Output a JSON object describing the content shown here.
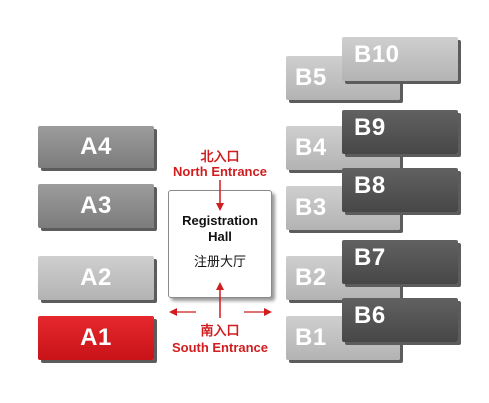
{
  "halls": {
    "a4": "A4",
    "a3": "A3",
    "a2": "A2",
    "a1": "A1",
    "b1": "B1",
    "b2": "B2",
    "b3": "B3",
    "b4": "B4",
    "b5": "B5",
    "b6": "B6",
    "b7": "B7",
    "b8": "B8",
    "b9": "B9",
    "b10": "B10"
  },
  "registration": {
    "title_en": "Registration Hall",
    "title_cn": "注册大厅"
  },
  "north_entrance": {
    "label_cn": "北入口",
    "label_en": "North Entrance"
  },
  "south_entrance": {
    "label_cn": "南入口",
    "label_en": "South Entrance"
  },
  "colors": {
    "red": "#d01d1f",
    "dark": "#4a4a4a",
    "mid": "#8a8a8a",
    "light": "#bdbdbd"
  }
}
